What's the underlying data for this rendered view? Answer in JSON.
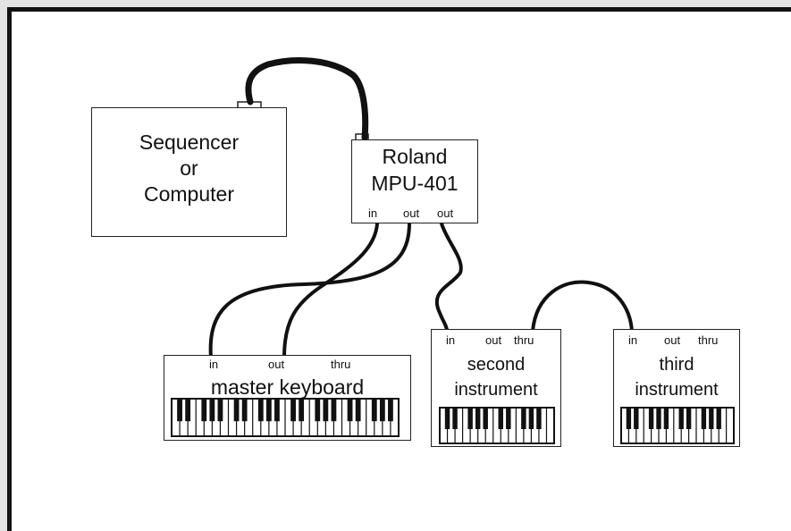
{
  "sequencer": {
    "line1": "Sequencer",
    "line2": "or",
    "line3": "Computer"
  },
  "mpu": {
    "line1": "Roland",
    "line2": "MPU-401",
    "port_in": "in",
    "port_out1": "out",
    "port_out2": "out"
  },
  "master": {
    "label": "master keyboard",
    "port_in": "in",
    "port_out": "out",
    "port_thru": "thru"
  },
  "second": {
    "line1": "second",
    "line2": "instrument",
    "port_in": "in",
    "port_out": "out",
    "port_thru": "thru"
  },
  "third": {
    "line1": "third",
    "line2": "instrument",
    "port_in": "in",
    "port_out": "out",
    "port_thru": "thru"
  },
  "colors": {
    "ink": "#111111",
    "background": "#ffffff"
  }
}
